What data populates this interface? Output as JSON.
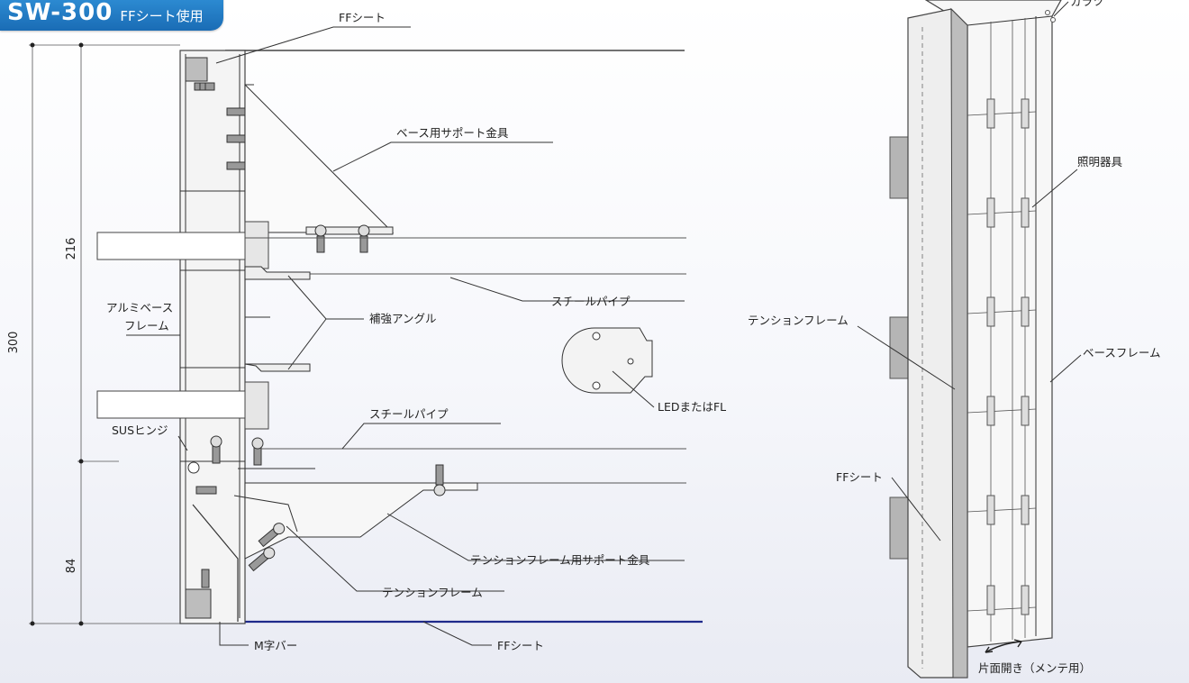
{
  "title": {
    "model": "SW-300",
    "subtitle": "FFシート使用"
  },
  "dimensions": {
    "total": "300",
    "upper": "216",
    "lower": "84"
  },
  "section_labels": {
    "ff_sheet_top": "FFシート",
    "base_support": "ベース用サポート金具",
    "steel_pipe_upper": "スチールパイプ",
    "alumi_base_line1": "アルミベース",
    "alumi_base_line2": "フレーム",
    "reinforce_angle": "補強アングル",
    "led_fl": "LEDまたはFL",
    "steel_pipe_lower": "スチールパイプ",
    "sus_hinge": "SUSヒンジ",
    "tension_support": "テンションフレーム用サポート金具",
    "tension_frame": "テンションフレーム",
    "m_bar": "M字バー",
    "ff_sheet_bottom": "FFシート"
  },
  "perspective_labels": {
    "cap": "カラツ",
    "lighting": "照明器具",
    "tension_frame": "テンションフレーム",
    "base_frame": "ベースフレーム",
    "ff_sheet": "FFシート",
    "maintenance": "片面開き（メンテ用）"
  },
  "colors": {
    "badge": "#1a6cb5",
    "ff_sheet_line": "#1f2a8a",
    "line": "#333333"
  }
}
